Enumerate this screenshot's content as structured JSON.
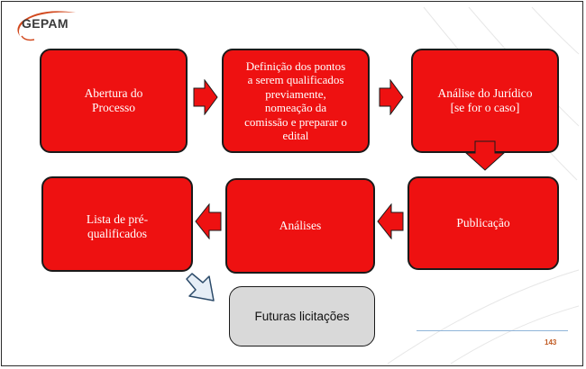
{
  "logo": {
    "text": "GEPAM",
    "accent_color": "#d24a1f"
  },
  "colors": {
    "step_fill": "#ee1111",
    "step_border": "#1a1a1a",
    "future_fill": "#d9d9d9",
    "hollow_arrow_fill": "#e6eef6",
    "hollow_arrow_stroke": "#2c4b6a",
    "page_number": "#c05a22",
    "rule": "#8fb4d9"
  },
  "steps": {
    "abertura": {
      "lines": [
        "Abertura do",
        "Processo"
      ]
    },
    "definicao": {
      "lines": [
        "Definição dos pontos",
        "a serem qualificados",
        "previamente,",
        "nomeação da",
        "comissão e preparar o",
        "edital"
      ]
    },
    "juridico": {
      "lines": [
        "Análise do Jurídico",
        "[se for o caso]"
      ]
    },
    "publicacao": {
      "lines": [
        "Publicação"
      ]
    },
    "analises": {
      "lines": [
        "Análises"
      ]
    },
    "lista": {
      "lines": [
        "Lista de pré-",
        "qualificados"
      ]
    }
  },
  "future": {
    "label": "Futuras licitações"
  },
  "page_number": "143"
}
